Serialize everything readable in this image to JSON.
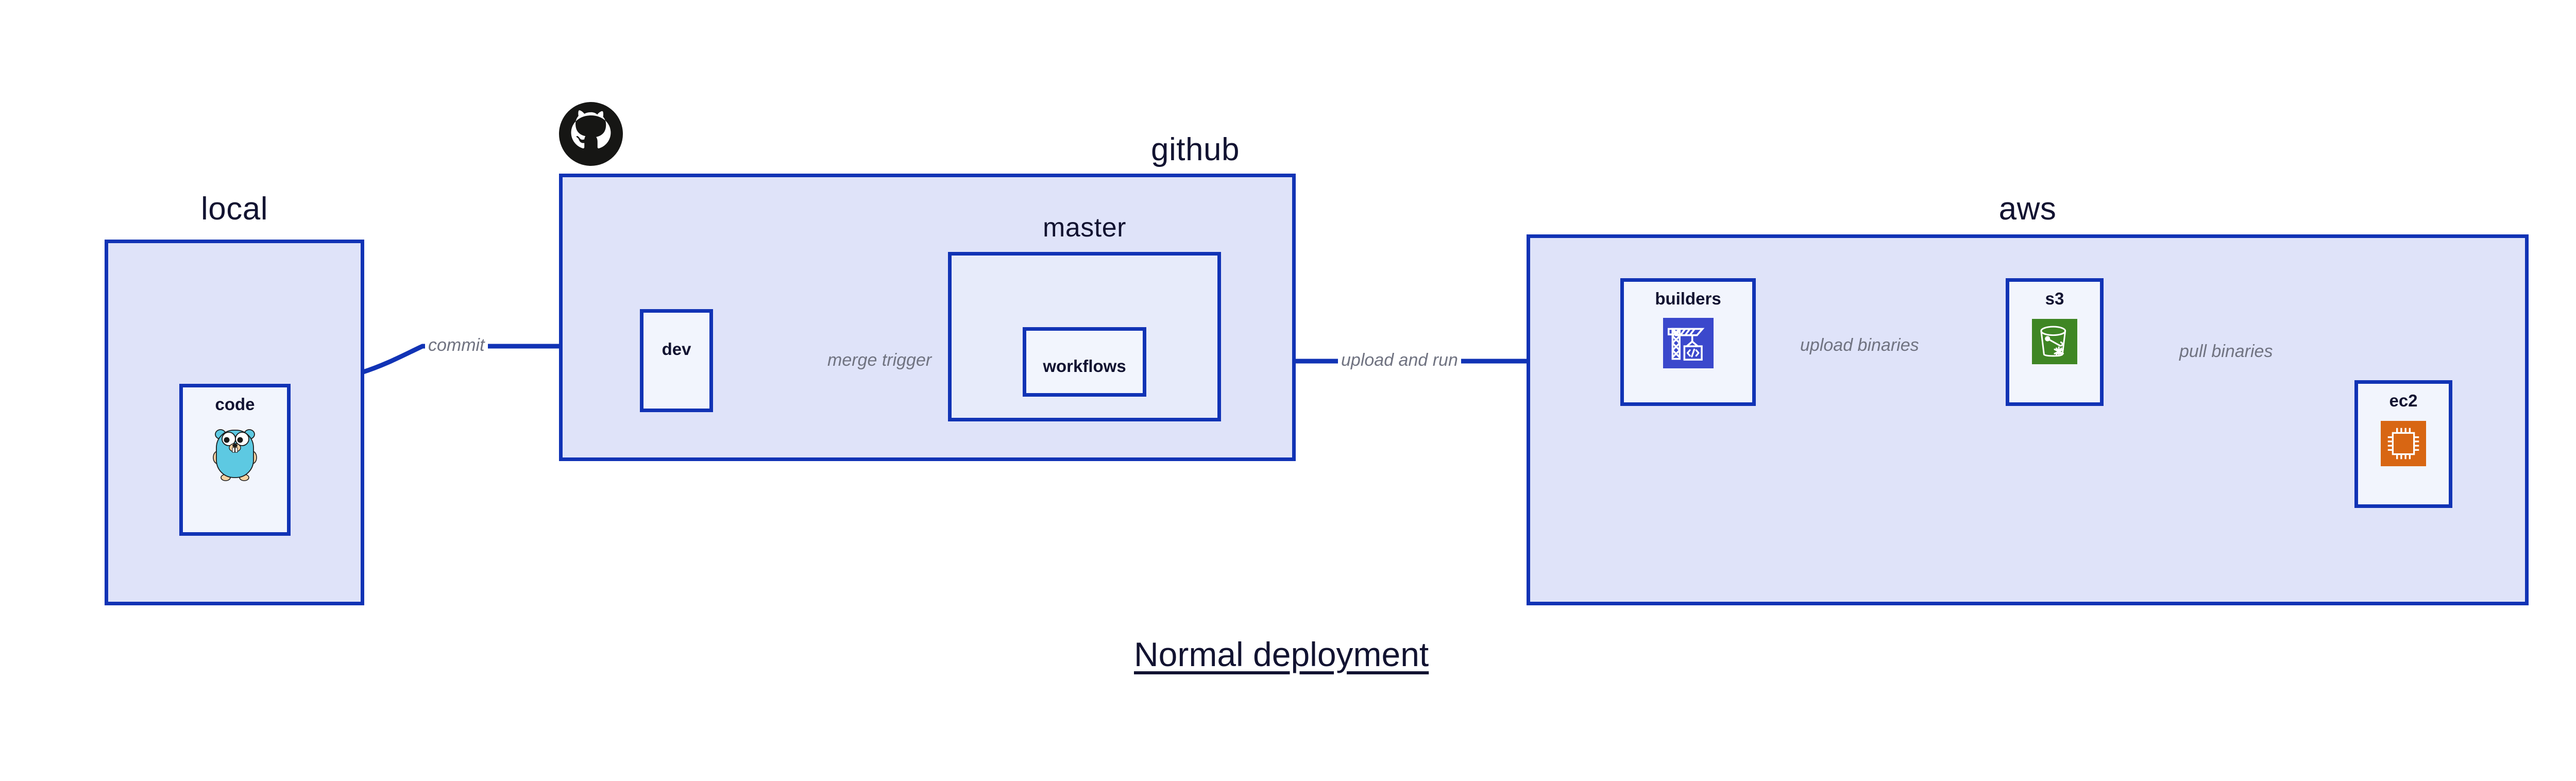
{
  "page": {
    "title": "Normal deployment",
    "background": "#ffffff"
  },
  "colors": {
    "group_fill": "#dfe3f9",
    "subgroup_fill": "#e7ebfa",
    "node_fill": "#f2f5fd",
    "border": "#1133b5",
    "edge": "#1133b5",
    "edge_label": "#707381",
    "text": "#121331",
    "codebuild_blue": "#3b48cc",
    "s3_green": "#3f8624",
    "ec2_orange": "#d86613",
    "gopher_cyan": "#5dc9e2",
    "gopher_tan": "#f6d2a2",
    "github_black": "#161614"
  },
  "groups": [
    {
      "id": "local",
      "label": "local"
    },
    {
      "id": "github",
      "label": "github"
    },
    {
      "id": "aws",
      "label": "aws"
    }
  ],
  "subgroups": [
    {
      "id": "master",
      "label": "master",
      "parent": "github"
    }
  ],
  "nodes": [
    {
      "id": "code",
      "label": "code",
      "parent": "local",
      "icon": "go-gopher-icon"
    },
    {
      "id": "dev",
      "label": "dev",
      "parent": "github",
      "icon": null
    },
    {
      "id": "workflows",
      "label": "workflows",
      "parent": "master",
      "icon": null
    },
    {
      "id": "builders",
      "label": "builders",
      "parent": "aws",
      "icon": "aws-codebuild-icon"
    },
    {
      "id": "s3",
      "label": "s3",
      "parent": "aws",
      "icon": "aws-s3-bucket-icon"
    },
    {
      "id": "ec2",
      "label": "ec2",
      "parent": "aws",
      "icon": "aws-ec2-chip-icon"
    }
  ],
  "edges": [
    {
      "id": "commit",
      "label": "commit",
      "from": "code",
      "to": "dev"
    },
    {
      "id": "merge-trigger",
      "label": "merge trigger",
      "from": "dev",
      "to": "workflows"
    },
    {
      "id": "upload-and-run",
      "label": "upload and run",
      "from": "workflows",
      "to": "builders"
    },
    {
      "id": "upload-binaries",
      "label": "upload binaries",
      "from": "builders",
      "to": "s3"
    },
    {
      "id": "pull-binaries",
      "label": "pull binaries",
      "from": "s3",
      "to": "ec2"
    }
  ],
  "logos": [
    {
      "id": "github-logo",
      "name": "github-octocat-logo",
      "attached_to": "github"
    }
  ]
}
